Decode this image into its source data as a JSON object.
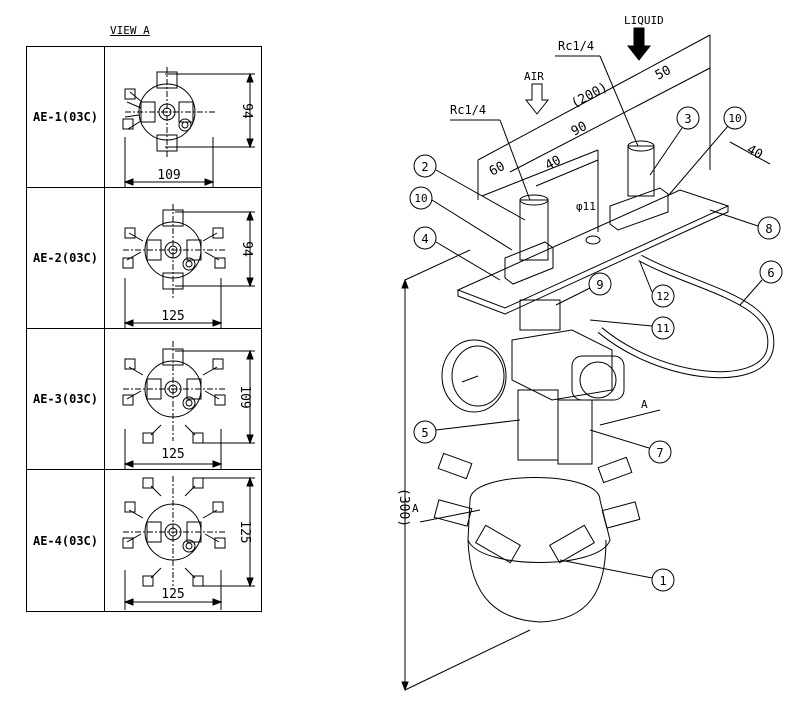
{
  "view_title": "VIEW A",
  "rows": [
    {
      "label": "AE-1(03C)",
      "width_dim": "109",
      "height_dim": "94"
    },
    {
      "label": "AE-2(03C)",
      "width_dim": "125",
      "height_dim": "94"
    },
    {
      "label": "AE-3(03C)",
      "width_dim": "125",
      "height_dim": "109"
    },
    {
      "label": "AE-4(03C)",
      "width_dim": "125",
      "height_dim": "125"
    }
  ],
  "assembly": {
    "liquid_label": "LIQUID",
    "air_label": "AIR",
    "port_liquid": "Rc1/4",
    "port_air": "Rc1/4",
    "dim_total": "(200)",
    "dim_50": "50",
    "dim_90": "90",
    "dim_60": "60",
    "dim_40a": "40",
    "dim_40b": "40",
    "dim_hole": "φ11",
    "dim_height": "(300)",
    "section_a_top": "A",
    "section_a_bottom": "A",
    "balloons": [
      "1",
      "2",
      "3",
      "4",
      "5",
      "6",
      "7",
      "8",
      "9",
      "10",
      "10",
      "11",
      "12"
    ]
  }
}
